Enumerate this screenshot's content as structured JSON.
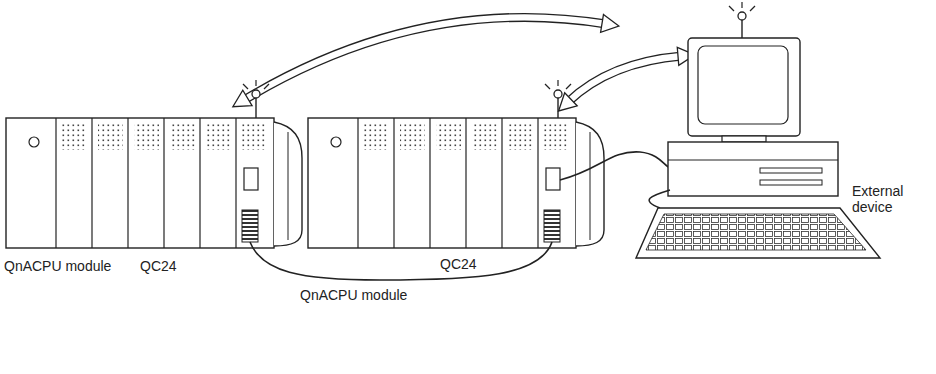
{
  "diagram": {
    "labels": [
      "External device",
      "QnACPU module",
      "QC24",
      "QC24",
      "QnACPU module"
    ]
  }
}
